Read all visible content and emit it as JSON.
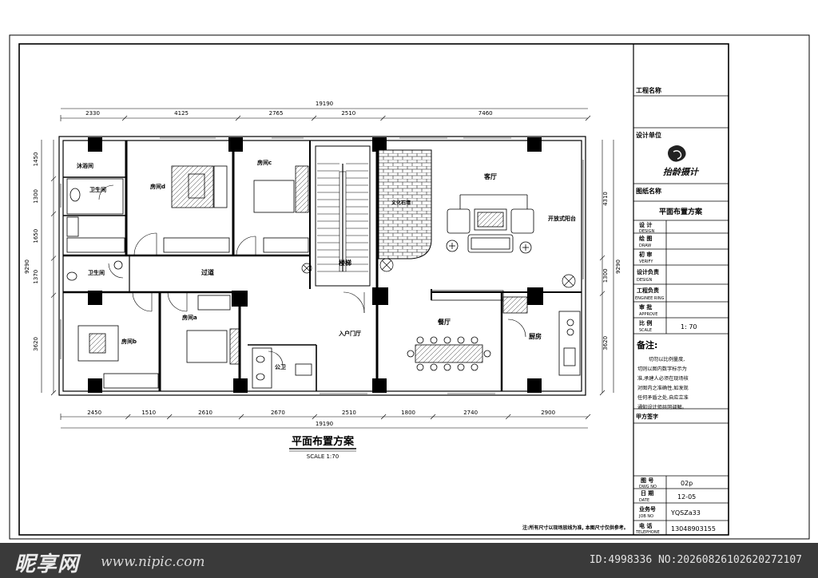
{
  "plan": {
    "title": "平面布置方案",
    "scale_text": "SCALE 1:70",
    "note": "注:所有尺寸以现场放线为准, 本图尺寸仅供参考。"
  },
  "dims": {
    "total": "19190",
    "top": [
      "2330",
      "4125",
      "2765",
      "2510",
      "7460"
    ],
    "bottom": [
      "2450",
      "1510",
      "2610",
      "2670",
      "2510",
      "1800",
      "2740",
      "2900"
    ],
    "left": [
      "1450",
      "1300",
      "1650",
      "1370",
      "3620"
    ],
    "left_total": "9290",
    "right": [
      "4310",
      "1300",
      "3620"
    ],
    "right_total": "9290"
  },
  "rooms": {
    "shower": "沐浴间",
    "bath1": "卫生间",
    "bath2": "卫生间",
    "bedroom_d": "房间d",
    "bedroom_c": "房间c",
    "bedroom_b": "房间b",
    "bedroom_a": "房间a",
    "corridor": "过道",
    "stairs": "楼梯",
    "living": "客厅",
    "balcony": "开放式阳台",
    "entry": "入户门厅",
    "dining": "餐厅",
    "kitchen": "厨房",
    "public_wc": "公卫",
    "feature_wall": "文化石墙"
  },
  "title_block": {
    "project_label": "工程名称",
    "design_unit_label": "设计单位",
    "logo_text": "抬龄摄计",
    "drawing_name_label": "图纸名称",
    "drawing_name": "平面布置方案",
    "design_cn": "设 计",
    "design_en": "DESIGN",
    "draw_cn": "绘 图",
    "draw_en": "DRAW",
    "verify_cn": "初 审",
    "verify_en": "VERIFY",
    "chief_cn": "设计负责",
    "chief_en": "DESIGN",
    "engineer_cn": "工程负责",
    "engineer_en": "ENGINEE RING",
    "approve_cn": "审 批",
    "approve_en": "APPROVE",
    "scale_cn": "比 例",
    "scale_en": "SCALE",
    "scale_value": "1: 70",
    "remarks_label": "备注:",
    "remarks": [
      "切勿以比例量度,",
      "切则以图内数字标示为",
      "准,承建人必须在现场核",
      "对图内之准确性,如发现",
      "任何矛盾之处,自应立准",
      "通知设计师共同调解。"
    ],
    "client_sign_label": "甲方签字",
    "dwg_cn": "图 号",
    "dwg_en": "DWG NO",
    "dwg_value": "02p",
    "date_cn": "日 期",
    "date_en": "DATE",
    "date_value": "12-05",
    "job_cn": "业务号",
    "job_en": "JOB NO",
    "job_value": "YQSZa33",
    "tel_cn": "电 话",
    "tel_en": "TELEPHONE",
    "tel_value": "13048903155"
  },
  "footer": {
    "logo": "昵享网",
    "url": "www.nipic.com",
    "id_text": "ID:4998336 NO:20260826102620272107"
  },
  "colors": {
    "line": "#000000",
    "footer_bg": "#3a3a3a"
  }
}
